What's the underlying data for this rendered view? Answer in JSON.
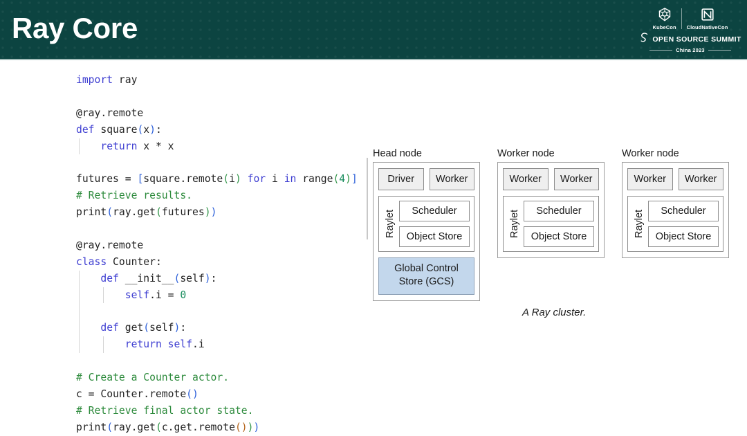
{
  "header": {
    "title": "Ray Core",
    "background_color": "#0c4441",
    "title_color": "#ffffff",
    "logo": {
      "kubecon_label": "KubeCon",
      "cloudnativecon_label": "CloudNativeCon",
      "summit_label": "OPEN SOURCE SUMMIT",
      "year_label": "China 2023",
      "kubecon_icon": "helm-wheel-icon",
      "cloudnativecon_icon": "square-diagonal-icon",
      "summit_icon": "s-swirl-icon"
    }
  },
  "code": {
    "language": "python",
    "lines": [
      [
        {
          "t": "import",
          "c": "k"
        },
        {
          "t": " ray",
          "c": "pl"
        }
      ],
      [],
      [
        {
          "t": "@ray.remote",
          "c": "pl"
        }
      ],
      [
        {
          "t": "def",
          "c": "k"
        },
        {
          "t": " square",
          "c": "pl"
        },
        {
          "t": "(",
          "c": "b1"
        },
        {
          "t": "x",
          "c": "pl"
        },
        {
          "t": ")",
          "c": "b1"
        },
        {
          "t": ":",
          "c": "pl"
        }
      ],
      [
        {
          "t": "    ",
          "c": "pl"
        },
        {
          "t": "return",
          "c": "k"
        },
        {
          "t": " x * x",
          "c": "pl"
        }
      ],
      [],
      [
        {
          "t": "futures = ",
          "c": "pl"
        },
        {
          "t": "[",
          "c": "b1"
        },
        {
          "t": "square.remote",
          "c": "pl"
        },
        {
          "t": "(",
          "c": "b2"
        },
        {
          "t": "i",
          "c": "pl"
        },
        {
          "t": ")",
          "c": "b2"
        },
        {
          "t": " ",
          "c": "pl"
        },
        {
          "t": "for",
          "c": "k"
        },
        {
          "t": " i ",
          "c": "pl"
        },
        {
          "t": "in",
          "c": "k"
        },
        {
          "t": " range",
          "c": "pl"
        },
        {
          "t": "(",
          "c": "b2"
        },
        {
          "t": "4",
          "c": "nm"
        },
        {
          "t": ")",
          "c": "b2"
        },
        {
          "t": "]",
          "c": "b1"
        }
      ],
      [
        {
          "t": "# Retrieve results.",
          "c": "cm"
        }
      ],
      [
        {
          "t": "print",
          "c": "pl"
        },
        {
          "t": "(",
          "c": "b1"
        },
        {
          "t": "ray.get",
          "c": "pl"
        },
        {
          "t": "(",
          "c": "b2"
        },
        {
          "t": "futures",
          "c": "pl"
        },
        {
          "t": ")",
          "c": "b2"
        },
        {
          "t": ")",
          "c": "b1"
        }
      ],
      [],
      [
        {
          "t": "@ray.remote",
          "c": "pl"
        }
      ],
      [
        {
          "t": "class",
          "c": "k"
        },
        {
          "t": " Counter:",
          "c": "pl"
        }
      ],
      [
        {
          "t": "    ",
          "c": "pl"
        },
        {
          "t": "def",
          "c": "k"
        },
        {
          "t": " __init__",
          "c": "pl"
        },
        {
          "t": "(",
          "c": "b1"
        },
        {
          "t": "self",
          "c": "pl"
        },
        {
          "t": ")",
          "c": "b1"
        },
        {
          "t": ":",
          "c": "pl"
        }
      ],
      [
        {
          "t": "        ",
          "c": "pl"
        },
        {
          "t": "self",
          "c": "k"
        },
        {
          "t": ".i = ",
          "c": "pl"
        },
        {
          "t": "0",
          "c": "nm"
        }
      ],
      [],
      [
        {
          "t": "    ",
          "c": "pl"
        },
        {
          "t": "def",
          "c": "k"
        },
        {
          "t": " get",
          "c": "pl"
        },
        {
          "t": "(",
          "c": "b1"
        },
        {
          "t": "self",
          "c": "pl"
        },
        {
          "t": ")",
          "c": "b1"
        },
        {
          "t": ":",
          "c": "pl"
        }
      ],
      [
        {
          "t": "        ",
          "c": "pl"
        },
        {
          "t": "return",
          "c": "k"
        },
        {
          "t": " ",
          "c": "pl"
        },
        {
          "t": "self",
          "c": "k"
        },
        {
          "t": ".i",
          "c": "pl"
        }
      ],
      [],
      [
        {
          "t": "# Create a Counter actor.",
          "c": "cm"
        }
      ],
      [
        {
          "t": "c = Counter.remote",
          "c": "pl"
        },
        {
          "t": "(",
          "c": "b1"
        },
        {
          "t": ")",
          "c": "b1"
        }
      ],
      [
        {
          "t": "# Retrieve final actor state.",
          "c": "cm"
        }
      ],
      [
        {
          "t": "print",
          "c": "pl"
        },
        {
          "t": "(",
          "c": "b1"
        },
        {
          "t": "ray.get",
          "c": "pl"
        },
        {
          "t": "(",
          "c": "b2"
        },
        {
          "t": "c.get.remote",
          "c": "pl"
        },
        {
          "t": "(",
          "c": "b3"
        },
        {
          "t": ")",
          "c": "b3"
        },
        {
          "t": ")",
          "c": "b2"
        },
        {
          "t": ")",
          "c": "b1"
        }
      ]
    ],
    "indent_guides": [
      [],
      [],
      [],
      [],
      [
        "g1"
      ],
      [],
      [],
      [],
      [],
      [],
      [],
      [],
      [
        "g1"
      ],
      [
        "g1",
        "g2"
      ],
      [
        "g1"
      ],
      [
        "g1"
      ],
      [
        "g1",
        "g2"
      ],
      [],
      [],
      [],
      [],
      []
    ]
  },
  "diagram": {
    "caption": "A Ray cluster.",
    "gcs_color": "#c3d7ec",
    "process_color": "#efefef",
    "nodes": [
      {
        "title": "Head node",
        "processes": [
          "Driver",
          "Worker"
        ],
        "raylet_label": "Raylet",
        "raylet_children": [
          "Scheduler",
          "Object Store"
        ],
        "gcs": "Global Control\nStore (GCS)",
        "gcs_line1": "Global Control",
        "gcs_line2": "Store (GCS)",
        "has_gcs": true
      },
      {
        "title": "Worker node",
        "processes": [
          "Worker",
          "Worker"
        ],
        "raylet_label": "Raylet",
        "raylet_children": [
          "Scheduler",
          "Object Store"
        ],
        "has_gcs": false
      },
      {
        "title": "Worker node",
        "processes": [
          "Worker",
          "Worker"
        ],
        "raylet_label": "Raylet",
        "raylet_children": [
          "Scheduler",
          "Object Store"
        ],
        "has_gcs": false
      }
    ]
  }
}
